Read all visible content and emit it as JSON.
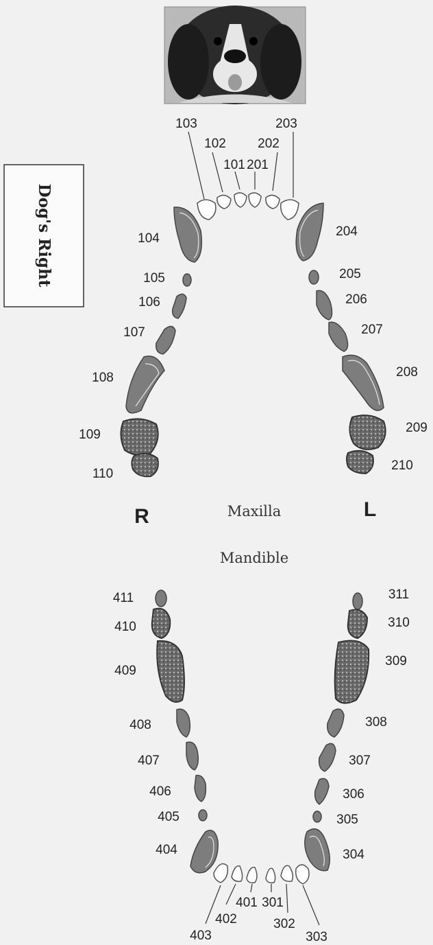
{
  "orientation_label": "Dog's Right",
  "side_right": "R",
  "side_left": "L",
  "arch_upper": "Maxilla",
  "arch_lower": "Mandible",
  "teeth": {
    "upper_right": [
      "101",
      "102",
      "103",
      "104",
      "105",
      "106",
      "107",
      "108",
      "109",
      "110"
    ],
    "upper_left": [
      "201",
      "202",
      "203",
      "204",
      "205",
      "206",
      "207",
      "208",
      "209",
      "210"
    ],
    "lower_left": [
      "301",
      "302",
      "303",
      "304",
      "305",
      "306",
      "307",
      "308",
      "309",
      "310",
      "311"
    ],
    "lower_right": [
      "401",
      "402",
      "403",
      "404",
      "405",
      "406",
      "407",
      "408",
      "409",
      "410",
      "411"
    ]
  },
  "colors": {
    "background": "#f1f1f1",
    "tooth_fill": "#7d7d7d",
    "tooth_outline": "#444444"
  },
  "icons": [
    "dog-portrait-image"
  ]
}
